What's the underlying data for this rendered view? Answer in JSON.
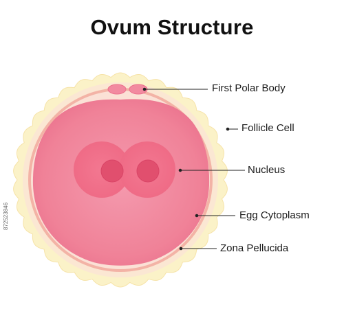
{
  "title": "Ovum Structure",
  "labels": {
    "first_polar_body": "First Polar Body",
    "follicle_cell": "Follicle Cell",
    "nucleus": "Nucleus",
    "egg_cytoplasm": "Egg Cytoplasm",
    "zona_pellucida": "Zona Pellucida"
  },
  "stock_id": "872523846",
  "colors": {
    "follicle": "#fbf2c8",
    "zona": "#fbe8d2",
    "zona_edge": "#f1b2a4",
    "cytoplasm": "#f28aa0",
    "nucleus": "#f06b86",
    "nucleolus": "#e14f6e",
    "leader": "#222222"
  }
}
